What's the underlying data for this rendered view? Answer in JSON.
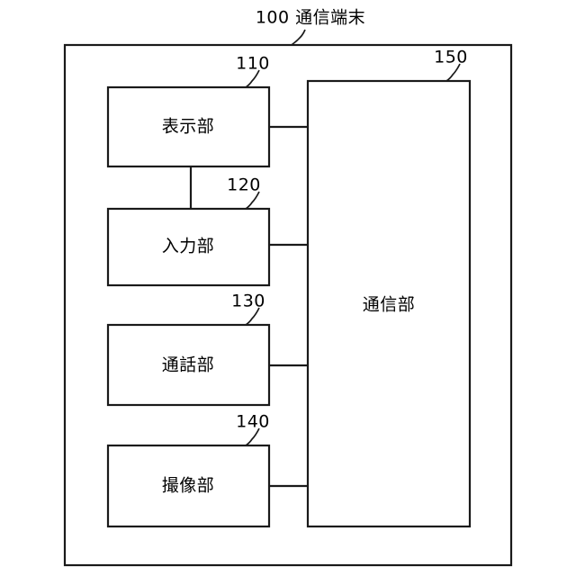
{
  "figure": {
    "title_number": "100",
    "title_text": "通信端末",
    "title_full": "100 通信端末",
    "outer_frame_name": "communication-terminal-frame",
    "background_color": "#ffffff",
    "line_color": "#1a1a1a"
  },
  "blocks": [
    {
      "ref": "110",
      "label": "表示部",
      "name": "display-unit"
    },
    {
      "ref": "120",
      "label": "入力部",
      "name": "input-unit"
    },
    {
      "ref": "130",
      "label": "通話部",
      "name": "call-unit"
    },
    {
      "ref": "140",
      "label": "撮像部",
      "name": "imaging-unit"
    },
    {
      "ref": "150",
      "label": "通信部",
      "name": "communication-unit"
    }
  ],
  "connections": [
    {
      "from": "110",
      "to": "150"
    },
    {
      "from": "110",
      "to": "120"
    },
    {
      "from": "120",
      "to": "150"
    },
    {
      "from": "130",
      "to": "150"
    },
    {
      "from": "140",
      "to": "150"
    }
  ]
}
